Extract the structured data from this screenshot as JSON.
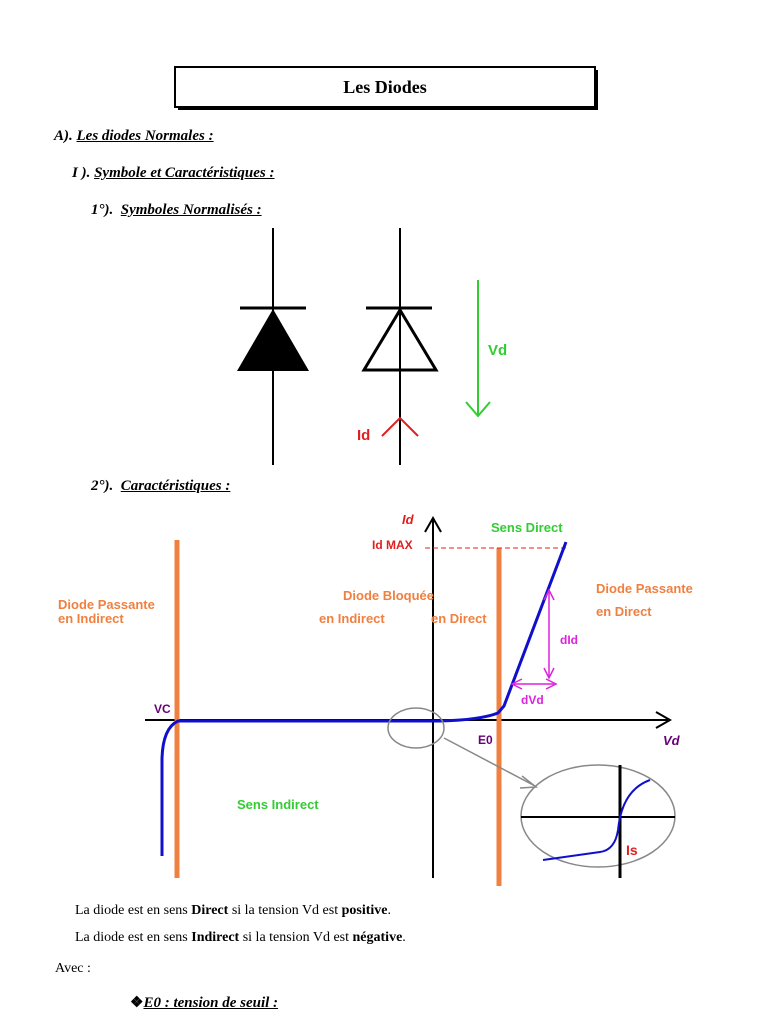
{
  "title": "Les Diodes",
  "sections": {
    "a_num": "A).",
    "a_text": "Les diodes Normales :",
    "i_num": "I ).",
    "i_text": "Symbole et Caractéristiques :",
    "s1_num": "1°).",
    "s1_text": "Symboles Normalisés :",
    "s2_num": "2°).",
    "s2_text": "Caractéristiques :"
  },
  "symbols": {
    "vd_label": "Vd",
    "id_label": "Id",
    "colors": {
      "vd": "#33cc33",
      "id": "#e02020"
    }
  },
  "characteristic": {
    "id_axis": "Id",
    "vd_axis": "Vd",
    "id_max": "Id MAX",
    "sens_direct": "Sens Direct",
    "sens_indirect": "Sens Indirect",
    "passante_indirect_1": "Diode Passante",
    "passante_indirect_2": "en Indirect",
    "bloquee_1": "Diode Bloquée",
    "bloquee_2": "en Indirect",
    "bloquee_3": "en Direct",
    "passante_direct_1": "Diode Passante",
    "passante_direct_2": "en Direct",
    "vc": "VC",
    "e0": "E0",
    "did": "dId",
    "dvd": "dVd",
    "is": "Is",
    "colors": {
      "curve": "#1010cc",
      "threshold": "#f08040",
      "green": "#33cc33",
      "red": "#e02020",
      "magenta": "#dd22dd",
      "purple": "#660077",
      "orange_text": "#f08040"
    }
  },
  "text": {
    "line1_a": "La diode est en sens ",
    "line1_b": "Direct",
    "line1_c": " si la tension Vd est ",
    "line1_d": "positive",
    "line1_e": ".",
    "line2_a": "La diode est en sens ",
    "line2_b": "Indirect",
    "line2_c": " si la tension Vd est ",
    "line2_d": "négative",
    "line2_e": ".",
    "avec": "Avec :",
    "bullet": "❖",
    "e0_def": "E0 : tension de seuil :"
  }
}
